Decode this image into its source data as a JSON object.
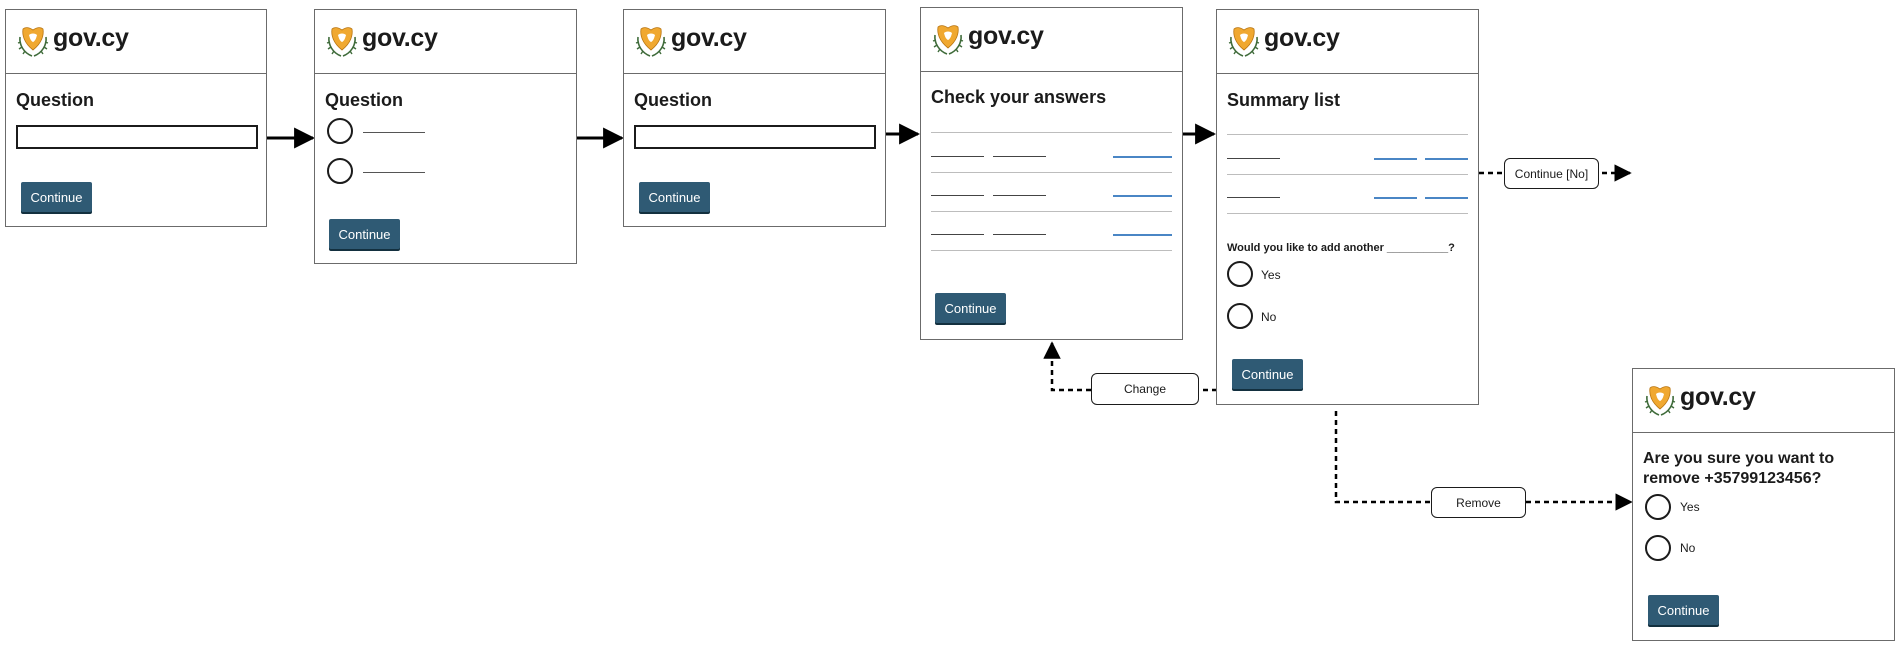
{
  "brand": {
    "name": "gov.cy",
    "logo_icon": "cyprus-shield-icon"
  },
  "colors": {
    "button": "#2f5a74",
    "link": "#4a86c5",
    "logo_orange": "#f0a830",
    "olive": "#3f6b3a"
  },
  "screens": {
    "s1": {
      "question": "Question",
      "button": "Continue"
    },
    "s2": {
      "question": "Question",
      "button": "Continue"
    },
    "s3": {
      "question": "Question",
      "button": "Continue"
    },
    "s4": {
      "title": "Check your answers",
      "button": "Continue"
    },
    "s5": {
      "title": "Summary list",
      "add_question": "Would you like to add another __________?",
      "options": [
        "Yes",
        "No"
      ],
      "button": "Continue"
    },
    "s6": {
      "question": "Are you sure you want to remove +35799123456?",
      "options": [
        "Yes",
        "No"
      ],
      "button": "Continue"
    }
  },
  "flows": {
    "continue_no": "Continue [No]",
    "change": "Change",
    "remove": "Remove"
  }
}
